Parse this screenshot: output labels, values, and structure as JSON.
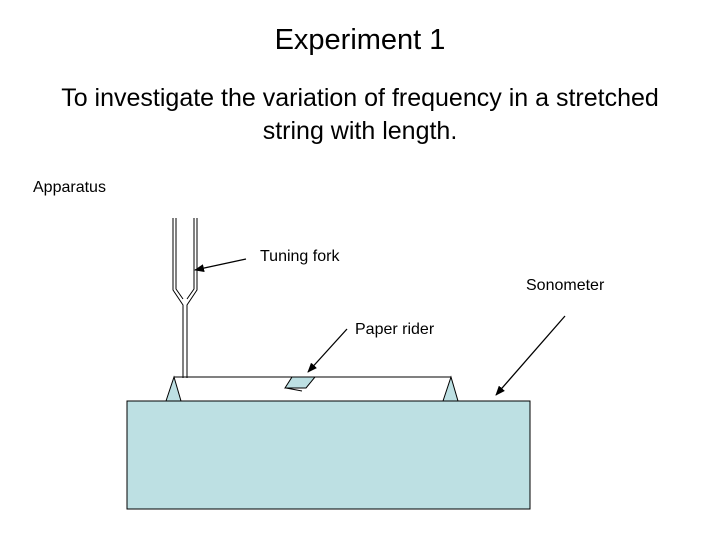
{
  "slide": {
    "title": "Experiment 1",
    "subtitle": "To investigate the variation of frequency in a stretched string with length.",
    "section_label": "Apparatus"
  },
  "diagram": {
    "labels": {
      "tuning_fork": "Tuning fork",
      "sonometer": "Sonometer",
      "paper_rider": "Paper rider"
    },
    "colors": {
      "sonometer_box_fill": "#bde0e3",
      "paper_rider_fill": "#bde0e3",
      "bridge_fill": "#bde0e3",
      "line": "#000000"
    }
  }
}
